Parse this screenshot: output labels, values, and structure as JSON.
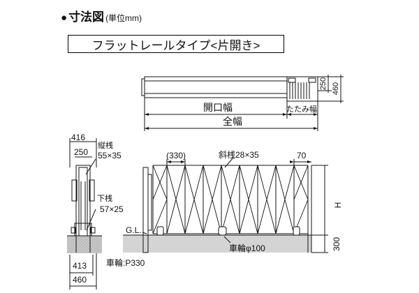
{
  "header": {
    "bullet": "●",
    "title": "寸法図",
    "unit": "(単位mm)"
  },
  "type_box": {
    "label": "フラットレールタイプ<片開き>"
  },
  "plan_view": {
    "opening_width": "開口幅",
    "fold_width": "たたみ幅",
    "total_width": "全幅",
    "dim_250": "250",
    "dim_460": "460"
  },
  "side_view": {
    "dim_416": "416",
    "dim_250": "250",
    "vertical_bar_label": "縦桟",
    "vertical_bar_size": "55×35",
    "lower_bar_label": "下桟",
    "lower_bar_size": "57×25",
    "dim_413": "413",
    "dim_460": "460",
    "wheel_pitch": "車輪:P330"
  },
  "front_view": {
    "pitch": "(330)",
    "diagonal_bar": "斜桟28×35",
    "dim_70": "70",
    "height": "H",
    "ground_level": "G.L.",
    "wheel": "車輪φ100",
    "dim_300": "300"
  }
}
